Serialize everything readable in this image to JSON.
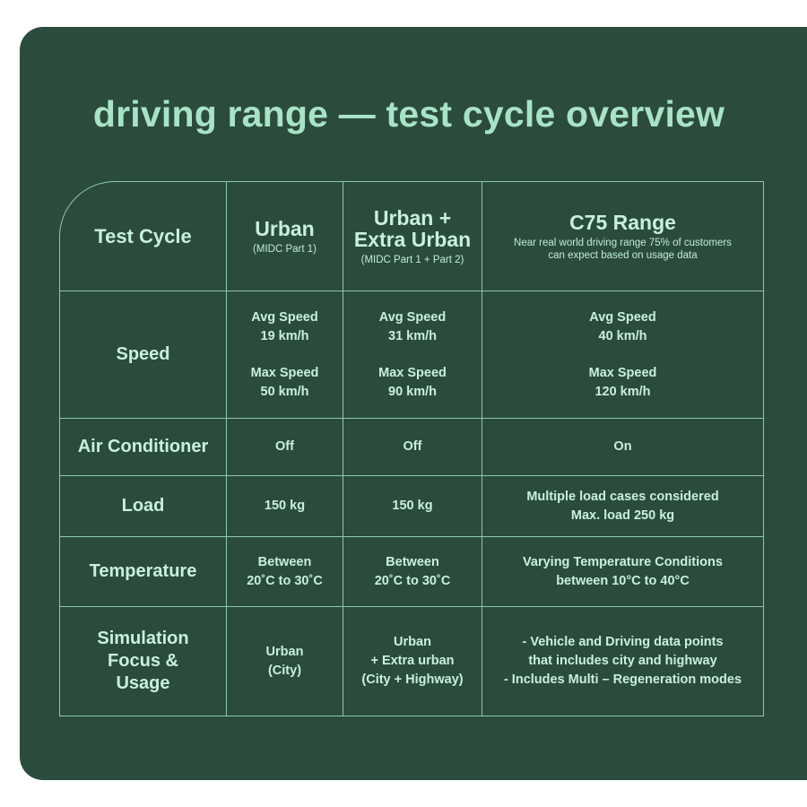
{
  "title": "driving range — test cycle overview",
  "header": {
    "row_label": "Test Cycle",
    "columns": [
      {
        "name": "Urban",
        "sub": "(MIDC Part 1)"
      },
      {
        "name_line1": "Urban +",
        "name_line2": "Extra Urban",
        "sub": "(MIDC Part 1 + Part 2)"
      },
      {
        "name": "C75 Range",
        "sub_line1": "Near real world driving range 75% of customers",
        "sub_line2": "can expect based on usage data"
      }
    ]
  },
  "rows": {
    "speed": {
      "label": "Speed",
      "urban": {
        "avg_label": "Avg Speed",
        "avg": "19 km/h",
        "max_label": "Max Speed",
        "max": "50 km/h"
      },
      "extra": {
        "avg_label": "Avg Speed",
        "avg": "31 km/h",
        "max_label": "Max Speed",
        "max": "90 km/h"
      },
      "c75": {
        "avg_label": "Avg Speed",
        "avg": "40 km/h",
        "max_label": "Max Speed",
        "max": "120 km/h"
      }
    },
    "ac": {
      "label": "Air Conditioner",
      "urban": "Off",
      "extra": "Off",
      "c75": "On"
    },
    "load": {
      "label": "Load",
      "urban": "150 kg",
      "extra": "150 kg",
      "c75_line1": "Multiple load cases considered",
      "c75_line2": "Max. load 250 kg"
    },
    "temperature": {
      "label": "Temperature",
      "urban_line1": "Between",
      "urban_line2": "20˚C to 30˚C",
      "extra_line1": "Between",
      "extra_line2": "20˚C to 30˚C",
      "c75_line1": "Varying Temperature Conditions",
      "c75_line2": "between 10°C to 40°C"
    },
    "simulation": {
      "label_line1": "Simulation",
      "label_line2": "Focus &",
      "label_line3": "Usage",
      "urban_line1": "Urban",
      "urban_line2": "(City)",
      "extra_line1": "Urban",
      "extra_line2": "+ Extra urban",
      "extra_line3": "(City + Highway)",
      "c75_line1": "-  Vehicle and Driving data points",
      "c75_line2": "that includes city and highway",
      "c75_line3": "-  Includes Multi – Regeneration modes"
    }
  }
}
